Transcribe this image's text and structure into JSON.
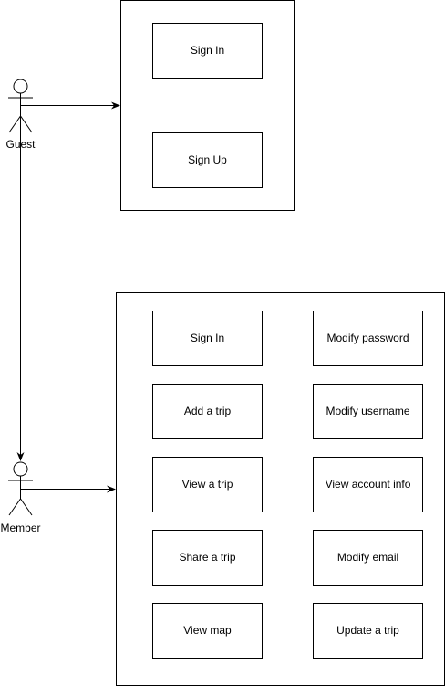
{
  "actors": {
    "guest": {
      "label": "Guest"
    },
    "member": {
      "label": "Member"
    }
  },
  "guest_boundary": {
    "use_cases": [
      "Sign In",
      "Sign Up"
    ]
  },
  "member_boundary": {
    "left_column": [
      "Sign In",
      "Add a trip",
      "View a trip",
      "Share a trip",
      "View map"
    ],
    "right_column": [
      "Modify password",
      "Modify username",
      "View account info",
      "Modify email",
      "Update a trip"
    ]
  },
  "colors": {
    "stroke": "#000000",
    "fill": "#ffffff"
  }
}
